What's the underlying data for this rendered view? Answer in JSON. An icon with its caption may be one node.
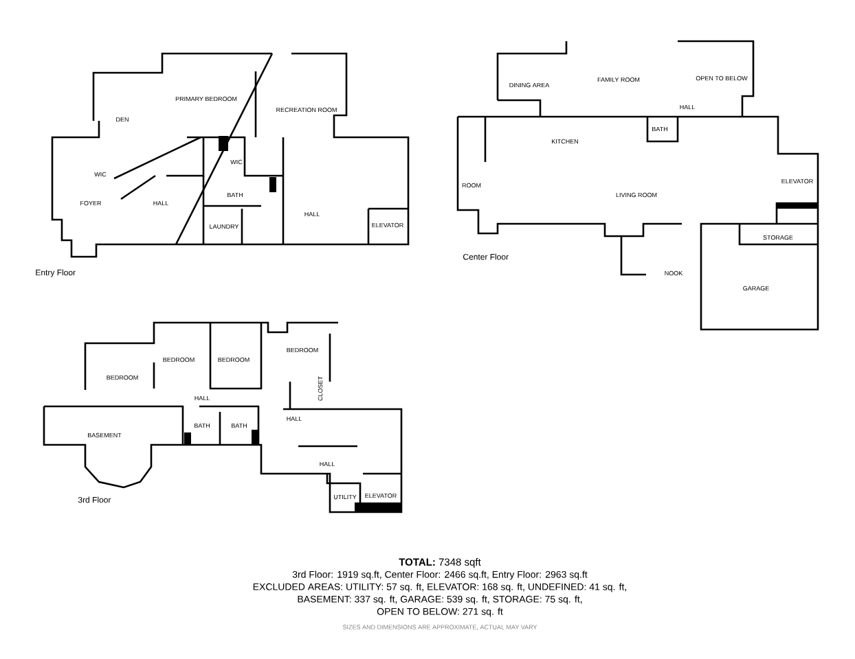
{
  "diagram": {
    "labels": [
      "DEN",
      "PRIMARY BEDROOM",
      "RECREATION ROOM",
      "WIC",
      "WIC",
      "FOYER",
      "HALL",
      "BATH",
      "LAUNDRY",
      "HALL",
      "ELEVATOR",
      "Entry Floor",
      "DINING AREA",
      "FAMILY ROOM",
      "OPEN TO BELOW",
      "HALL",
      "KITCHEN",
      "BATH",
      "ROOM",
      "LIVING ROOM",
      "ELEVATOR",
      "STORAGE",
      "NOOK",
      "GARAGE",
      "Center Floor",
      "BEDROOM",
      "BEDROOM",
      "BEDROOM",
      "BEDROOM",
      "CLOSET",
      "HALL",
      "BASEMENT",
      "BATH",
      "BATH",
      "HALL",
      "HALL",
      "UTILITY",
      "ELEVATOR",
      "3rd Floor",
      "**TOTAL:** 7348 sqft",
      "3rd Floor: 1919 sq.ft, Center Floor: 2466 sq.ft, Entry Floor: 2963 sq.ft",
      "EXCLUDED AREAS: UTILITY: 57 sq. ft, ELEVATOR: 168 sq. ft, UNDEFINED: 41 sq. ft,",
      "BASEMENT: 337 sq. ft, GARAGE: 539 sq. ft, STORAGE: 75 sq. ft,",
      "OPEN TO BELOW: 271 sq. ft",
      "SIZES AND DIMENSIONS ARE APPROXIMATE, ACTUAL MAY VARY"
    ]
  }
}
